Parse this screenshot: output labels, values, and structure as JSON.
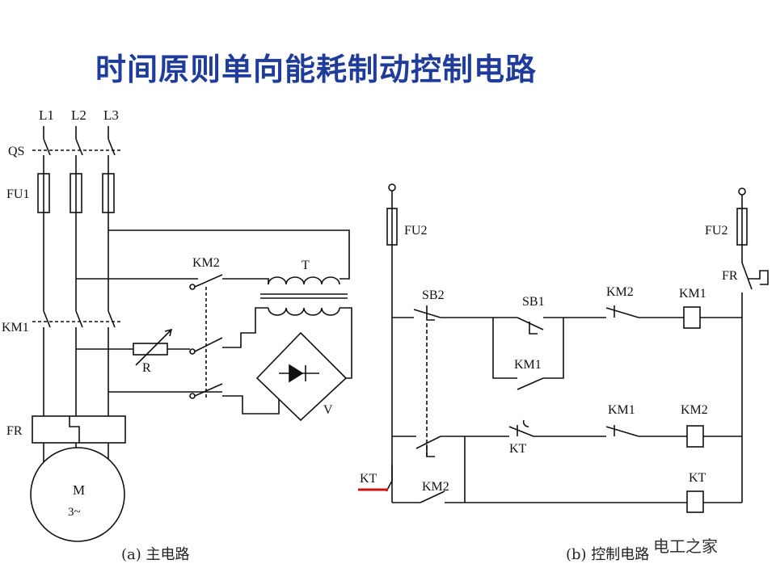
{
  "title": "时间原则单向能耗制动控制电路",
  "main_circuit": {
    "phases": [
      "L1",
      "L2",
      "L3"
    ],
    "switch": "QS",
    "fuse": "FU1",
    "contactor": "KM1",
    "brake_contactor": "KM2",
    "transformer": "T",
    "rheostat": "R",
    "rectifier": "V",
    "overload_relay": "FR",
    "motor_line1": "M",
    "motor_line2": "3~",
    "caption": "(a) 主电路"
  },
  "control_circuit": {
    "fuse_left": "FU2",
    "fuse_right": "FU2",
    "thermal_contact": "FR",
    "stop_button": "SB2",
    "start_button": "SB1",
    "km1_aux": "KM1",
    "km2_interlock": "KM2",
    "coil_km1": "KM1",
    "km1_interlock": "KM1",
    "coil_km2": "KM2",
    "kt_contact": "KT",
    "kt_contact_left": "KT",
    "km2_aux": "KM2",
    "coil_kt": "KT",
    "caption": "(b) 控制电路"
  },
  "watermark": "电工之家",
  "colors": {
    "title": "#1f3c9a",
    "highlight": "#cc1111"
  }
}
